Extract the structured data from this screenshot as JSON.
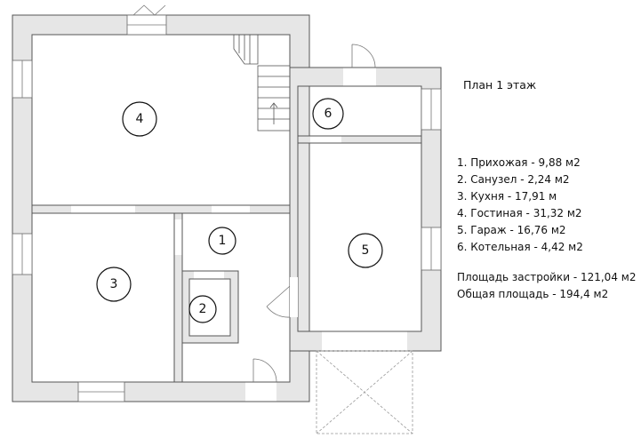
{
  "title": "План 1 этаж",
  "rooms": [
    {
      "num": "1"
    },
    {
      "num": "2"
    },
    {
      "num": "3"
    },
    {
      "num": "4"
    },
    {
      "num": "5"
    },
    {
      "num": "6"
    }
  ],
  "legend": [
    "1. Прихожая - 9,88 м2",
    "2. Санузел - 2,24 м2",
    "3. Кухня - 17,91 м",
    "4. Гостиная - 31,32 м2",
    "5. Гараж - 16,76 м2",
    "6. Котельная - 4,42 м2"
  ],
  "summary": {
    "built_area": "Площадь застройки - 121,04 м2",
    "total_area": "Общая площадь - 194,4 м2"
  },
  "colors": {
    "wall_fill": "#e6e6e6",
    "line": "#444444"
  }
}
